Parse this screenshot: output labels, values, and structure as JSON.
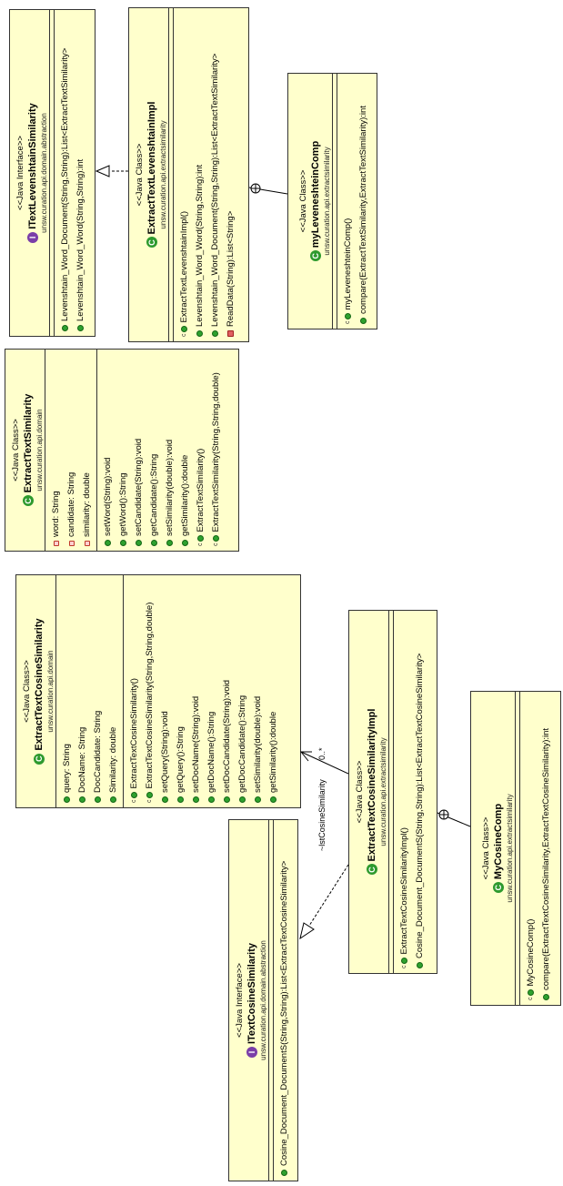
{
  "boxes": {
    "itextlev": {
      "stereotype": "<<Java Interface>>",
      "name": "ITextLevenshtainSimilarity",
      "package": "unsw.curation.api.domain.abstraction",
      "icon": "interface-icon",
      "methods": [
        "Levenshtain_Word_Document(String,String):List<ExtractTextSimilarity>",
        "Levenshtain_Word_Word(String,String):int"
      ]
    },
    "extlevimpl": {
      "stereotype": "<<Java Class>>",
      "name": "ExtractTextLevenshtainImpl",
      "package": "unsw.curation.api.extractsimilarity",
      "icon": "class-icon",
      "methods": [
        "ExtractTextLevenshtainImpl()",
        "Levenshtain_Word_Word(String,String):int",
        "Levenshtain_Word_Document(String,String):List<ExtractTextSimilarity>",
        "ReadData(String):List<String>"
      ]
    },
    "mylevcomp": {
      "stereotype": "<<Java Class>>",
      "name": "myLeveneshteinComp",
      "package": "unsw.curation.api.extractsimilarity",
      "icon": "class-icon",
      "methods": [
        "myLeveneshteinComp()",
        "compare(ExtractTextSimilarity,ExtractTextSimilarity):int"
      ]
    },
    "extsim": {
      "stereotype": "<<Java Class>>",
      "name": "ExtractTextSimilarity",
      "package": "unsw.curation.api.domain",
      "icon": "class-icon",
      "fields": [
        "word: String",
        "candidate: String",
        "similarity: double"
      ],
      "methods": [
        "setWord(String):void",
        "getWord():String",
        "setCandidate(String):void",
        "getCandidate():String",
        "setSimilarity(double):void",
        "getSimilarity():double",
        "ExtractTextSimilarity()",
        "ExtractTextSimilarity(String,String,double)"
      ]
    },
    "extcossim": {
      "stereotype": "<<Java Class>>",
      "name": "ExtractTextCosineSimilarity",
      "package": "unsw.curation.api.domain",
      "icon": "class-icon",
      "fields": [
        "query: String",
        "DocName: String",
        "DocCandidate: String",
        "Similarity: double"
      ],
      "methods": [
        "ExtractTextCosineSimilarity()",
        "ExtractTextCosineSimilarity(String,String,double)",
        "setQuery(String):void",
        "getQuery():String",
        "setDocName(String):void",
        "getDocName():String",
        "setDocCandidate(String):void",
        "getDocCandidate():String",
        "setSimilarity(double):void",
        "getSimilarity():double"
      ]
    },
    "extcosimpl": {
      "stereotype": "<<Java Class>>",
      "name": "ExtractTextCosineSimilarityImpl",
      "package": "unsw.curation.api.extractsimilarity",
      "icon": "class-icon",
      "methods": [
        "ExtractTextCosineSimilarityImpl()",
        "Cosine_Document_DocumentS(String,String):List<ExtractTextCosineSimilarity>"
      ]
    },
    "itextcos": {
      "stereotype": "<<Java Interface>>",
      "name": "ITextCosineSimilarity",
      "package": "unsw.curation.api.domain.abstraction",
      "icon": "interface-icon",
      "methods": [
        "Cosine_Document_DocumentS(String,String):List<ExtractTextCosineSimilarity>"
      ]
    },
    "mycoscomp": {
      "stereotype": "<<Java Class>>",
      "name": "MyCosineComp",
      "package": "unsw.curation.api.extractsimilarity",
      "icon": "class-icon",
      "methods": [
        "MyCosineComp()",
        "compare(ExtractTextCosineSimilarity,ExtractTextCosineSimilarity):int"
      ]
    }
  },
  "association": {
    "role": "~lstCosineSimilarity",
    "multiplicity": "0..*"
  },
  "colors": {
    "box_fill": "#ffffcc",
    "border": "#333333",
    "method_icon": "#2ea12e",
    "field_icon": "#c0392b",
    "interface_icon": "#7a3ea8"
  }
}
